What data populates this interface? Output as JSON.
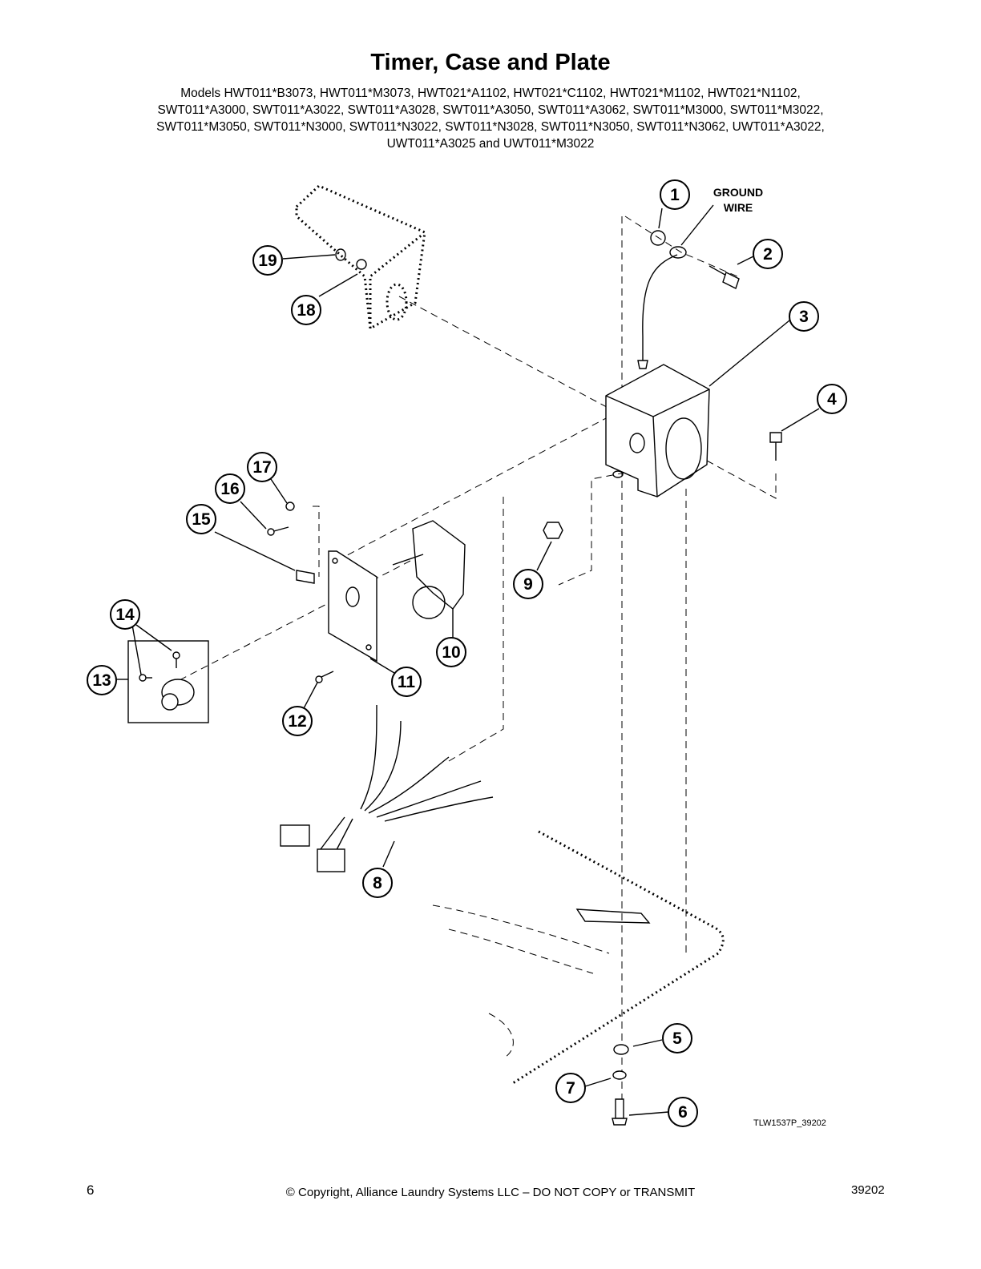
{
  "title": "Timer, Case and Plate",
  "models": [
    "Models HWT011*B3073, HWT011*M3073, HWT021*A1102, HWT021*C1102, HWT021*M1102, HWT021*N1102,",
    "SWT011*A3000, SWT011*A3022, SWT011*A3028, SWT011*A3050, SWT011*A3062, SWT011*M3000, SWT011*M3022,",
    "SWT011*M3050, SWT011*N3000, SWT011*N3022, SWT011*N3028, SWT011*N3050, SWT011*N3062, UWT011*A3022,",
    "UWT011*A3025 and UWT011*M3022"
  ],
  "ground_wire_label": [
    "GROUND",
    "WIRE"
  ],
  "callouts": [
    "1",
    "2",
    "3",
    "4",
    "5",
    "6",
    "7",
    "8",
    "9",
    "10",
    "11",
    "12",
    "13",
    "14",
    "15",
    "16",
    "17",
    "18",
    "19"
  ],
  "drawing_ref": "TLW1537P_39202",
  "footer": {
    "page_number": "6",
    "copyright": "© Copyright, Alliance Laundry Systems LLC – DO NOT COPY or TRANSMIT",
    "doc_number": "39202"
  }
}
